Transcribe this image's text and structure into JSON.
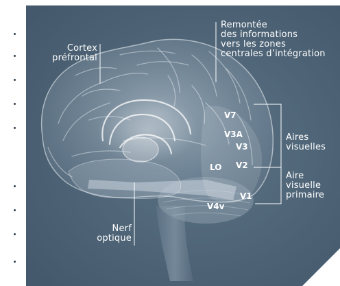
{
  "colors": {
    "background": "#4a6073",
    "page": "#ffffff",
    "lines": "#ffffff",
    "text": "#ffffff"
  },
  "labels": {
    "cortex_prefrontal": "Cortex\npréfrontal",
    "remontee": "Remontée\ndes informations\nvers les zones\ncentrales d’intégration",
    "aires_visuelles": "Aires\nvisuelles",
    "aire_visuelle_primaire": "Aire\nvisuelle\nprimaire",
    "nerf_optique": "Nerf\noptique"
  },
  "areas": {
    "v7": "V7",
    "v3a": "V3A",
    "v3": "V3",
    "v2": "V2",
    "lo": "LO",
    "v1": "V1",
    "v4v": "V4v"
  }
}
